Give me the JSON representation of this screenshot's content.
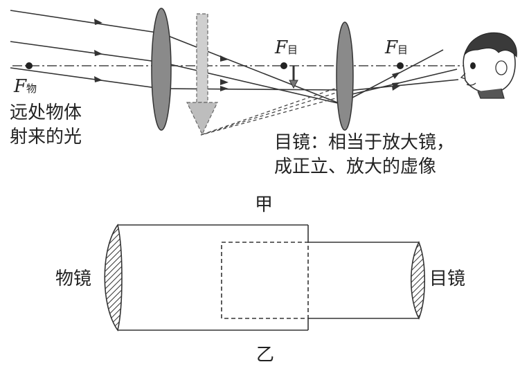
{
  "top_diagram": {
    "focal_objective": {
      "letter": "F",
      "sub": "物"
    },
    "focal_eyepiece_left": {
      "letter": "F",
      "sub": "目"
    },
    "focal_eyepiece_right": {
      "letter": "F",
      "sub": "目"
    },
    "light_caption_line1": "远处物体",
    "light_caption_line2": "射来的光",
    "eyepiece_caption_line1": "目镜：相当于放大镜，",
    "eyepiece_caption_line2": "成正立、放大的虚像"
  },
  "bottom_diagram": {
    "label_top": "甲",
    "label_bottom": "乙",
    "label_objective": "物镜",
    "label_eyepiece": "目镜"
  }
}
